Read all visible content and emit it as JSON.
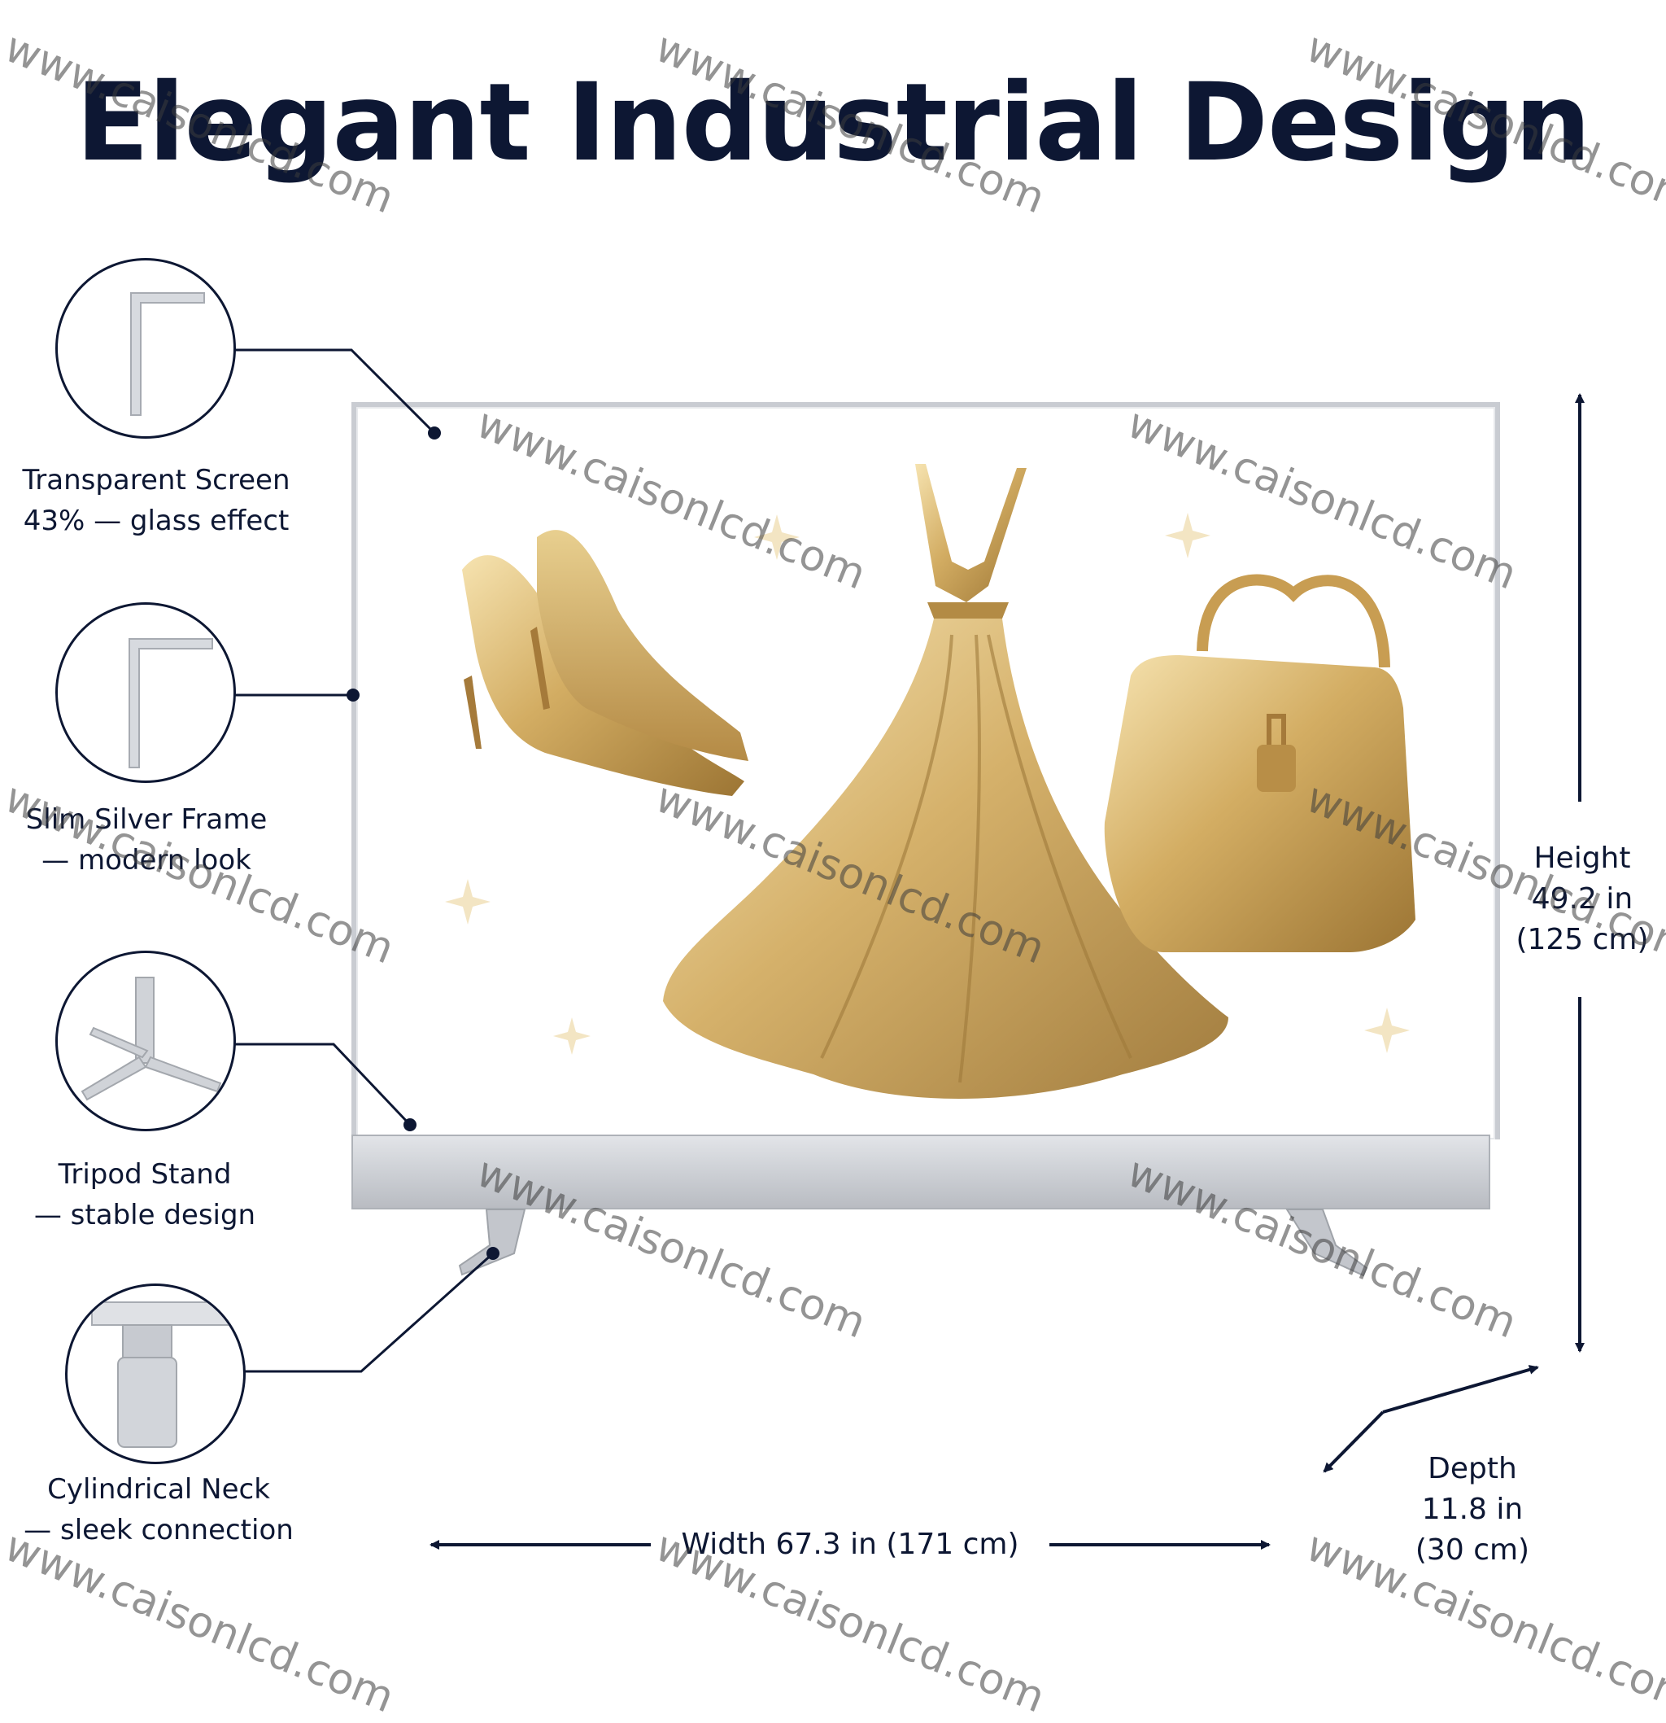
{
  "title": "Elegant Industrial Design",
  "features": [
    {
      "line1": "Transparent Screen",
      "line2": "43% — glass effect",
      "icon": "frame-corner-icon"
    },
    {
      "line1": "Slim Silver Frame",
      "line2": "— modern look",
      "icon": "frame-corner-icon"
    },
    {
      "line1": "Tripod Stand",
      "line2": "— stable design",
      "icon": "tripod-icon"
    },
    {
      "line1": "Cylindrical Neck",
      "line2": "— sleek connection",
      "icon": "cylinder-neck-icon"
    }
  ],
  "dimensions": {
    "height": {
      "line1": "Height",
      "line2": "49.2 in",
      "line3": "(125 cm)"
    },
    "depth": {
      "line1": "Depth",
      "line2": "11.8 in",
      "line3": "(30 cm)"
    },
    "width": {
      "label": "Width 67.3 in (171 cm)"
    }
  },
  "watermark": "www.caisonlcd.com",
  "colors": {
    "ink": "#0d1733",
    "gold": "#c9a45a",
    "silver": "#c9ccd2"
  }
}
